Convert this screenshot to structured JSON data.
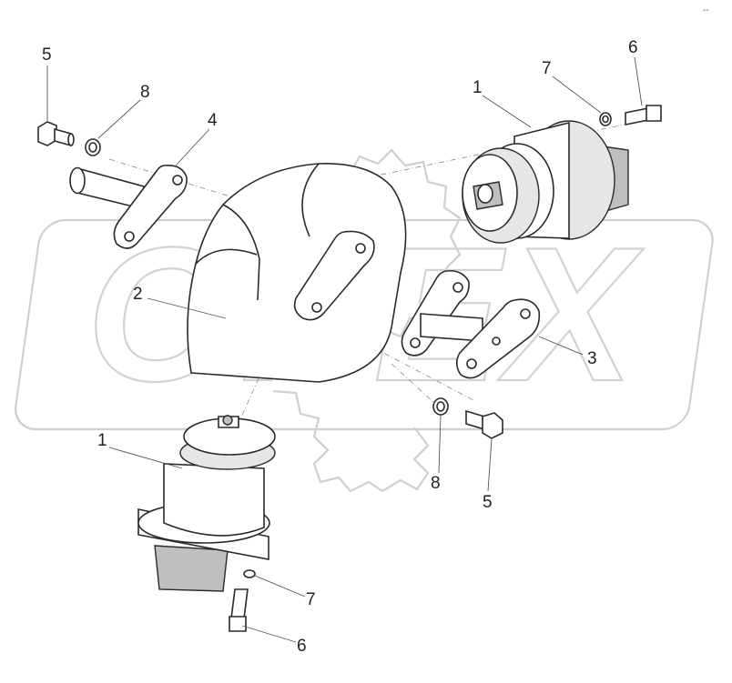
{
  "diagram": {
    "corner_mark": "‑‑",
    "watermark": "OPEX",
    "callouts": [
      {
        "id": "c5a",
        "text": "5"
      },
      {
        "id": "c8a",
        "text": "8"
      },
      {
        "id": "c4",
        "text": "4"
      },
      {
        "id": "c1a",
        "text": "1"
      },
      {
        "id": "c7a",
        "text": "7"
      },
      {
        "id": "c6a",
        "text": "6"
      },
      {
        "id": "c2",
        "text": "2"
      },
      {
        "id": "c3",
        "text": "3"
      },
      {
        "id": "c1b",
        "text": "1"
      },
      {
        "id": "c8b",
        "text": "8"
      },
      {
        "id": "c5b",
        "text": "5"
      },
      {
        "id": "c7b",
        "text": "7"
      },
      {
        "id": "c6b",
        "text": "6"
      }
    ]
  }
}
